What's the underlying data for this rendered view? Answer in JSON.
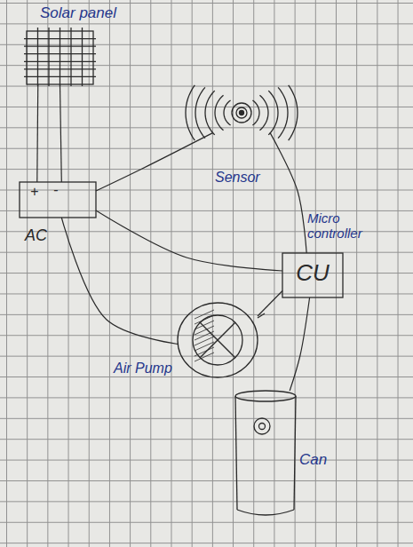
{
  "diagram": {
    "nodes": [
      {
        "text": [
          "Solar panel"
        ]
      },
      {
        "text": [
          "Sensor"
        ]
      },
      {
        "text": [
          "+",
          "-",
          "AC"
        ]
      },
      {
        "text": [
          "Micro controller",
          "CU"
        ]
      },
      {
        "text": [
          "Air Pump"
        ]
      },
      {
        "text": [
          "Can"
        ]
      }
    ],
    "edges": [
      {
        "from": 0,
        "to": 2,
        "arrow": "none"
      },
      {
        "from": 0,
        "to": 2,
        "arrow": "none"
      },
      {
        "from": 1,
        "to": 2,
        "arrow": "none"
      },
      {
        "from": 1,
        "to": 3,
        "arrow": "none"
      },
      {
        "from": 2,
        "to": 3,
        "arrow": "none"
      },
      {
        "from": 2,
        "to": 4,
        "arrow": "none"
      },
      {
        "from": 4,
        "to": 3,
        "arrow": "none"
      },
      {
        "from": 3,
        "to": 5,
        "arrow": "none"
      }
    ]
  }
}
